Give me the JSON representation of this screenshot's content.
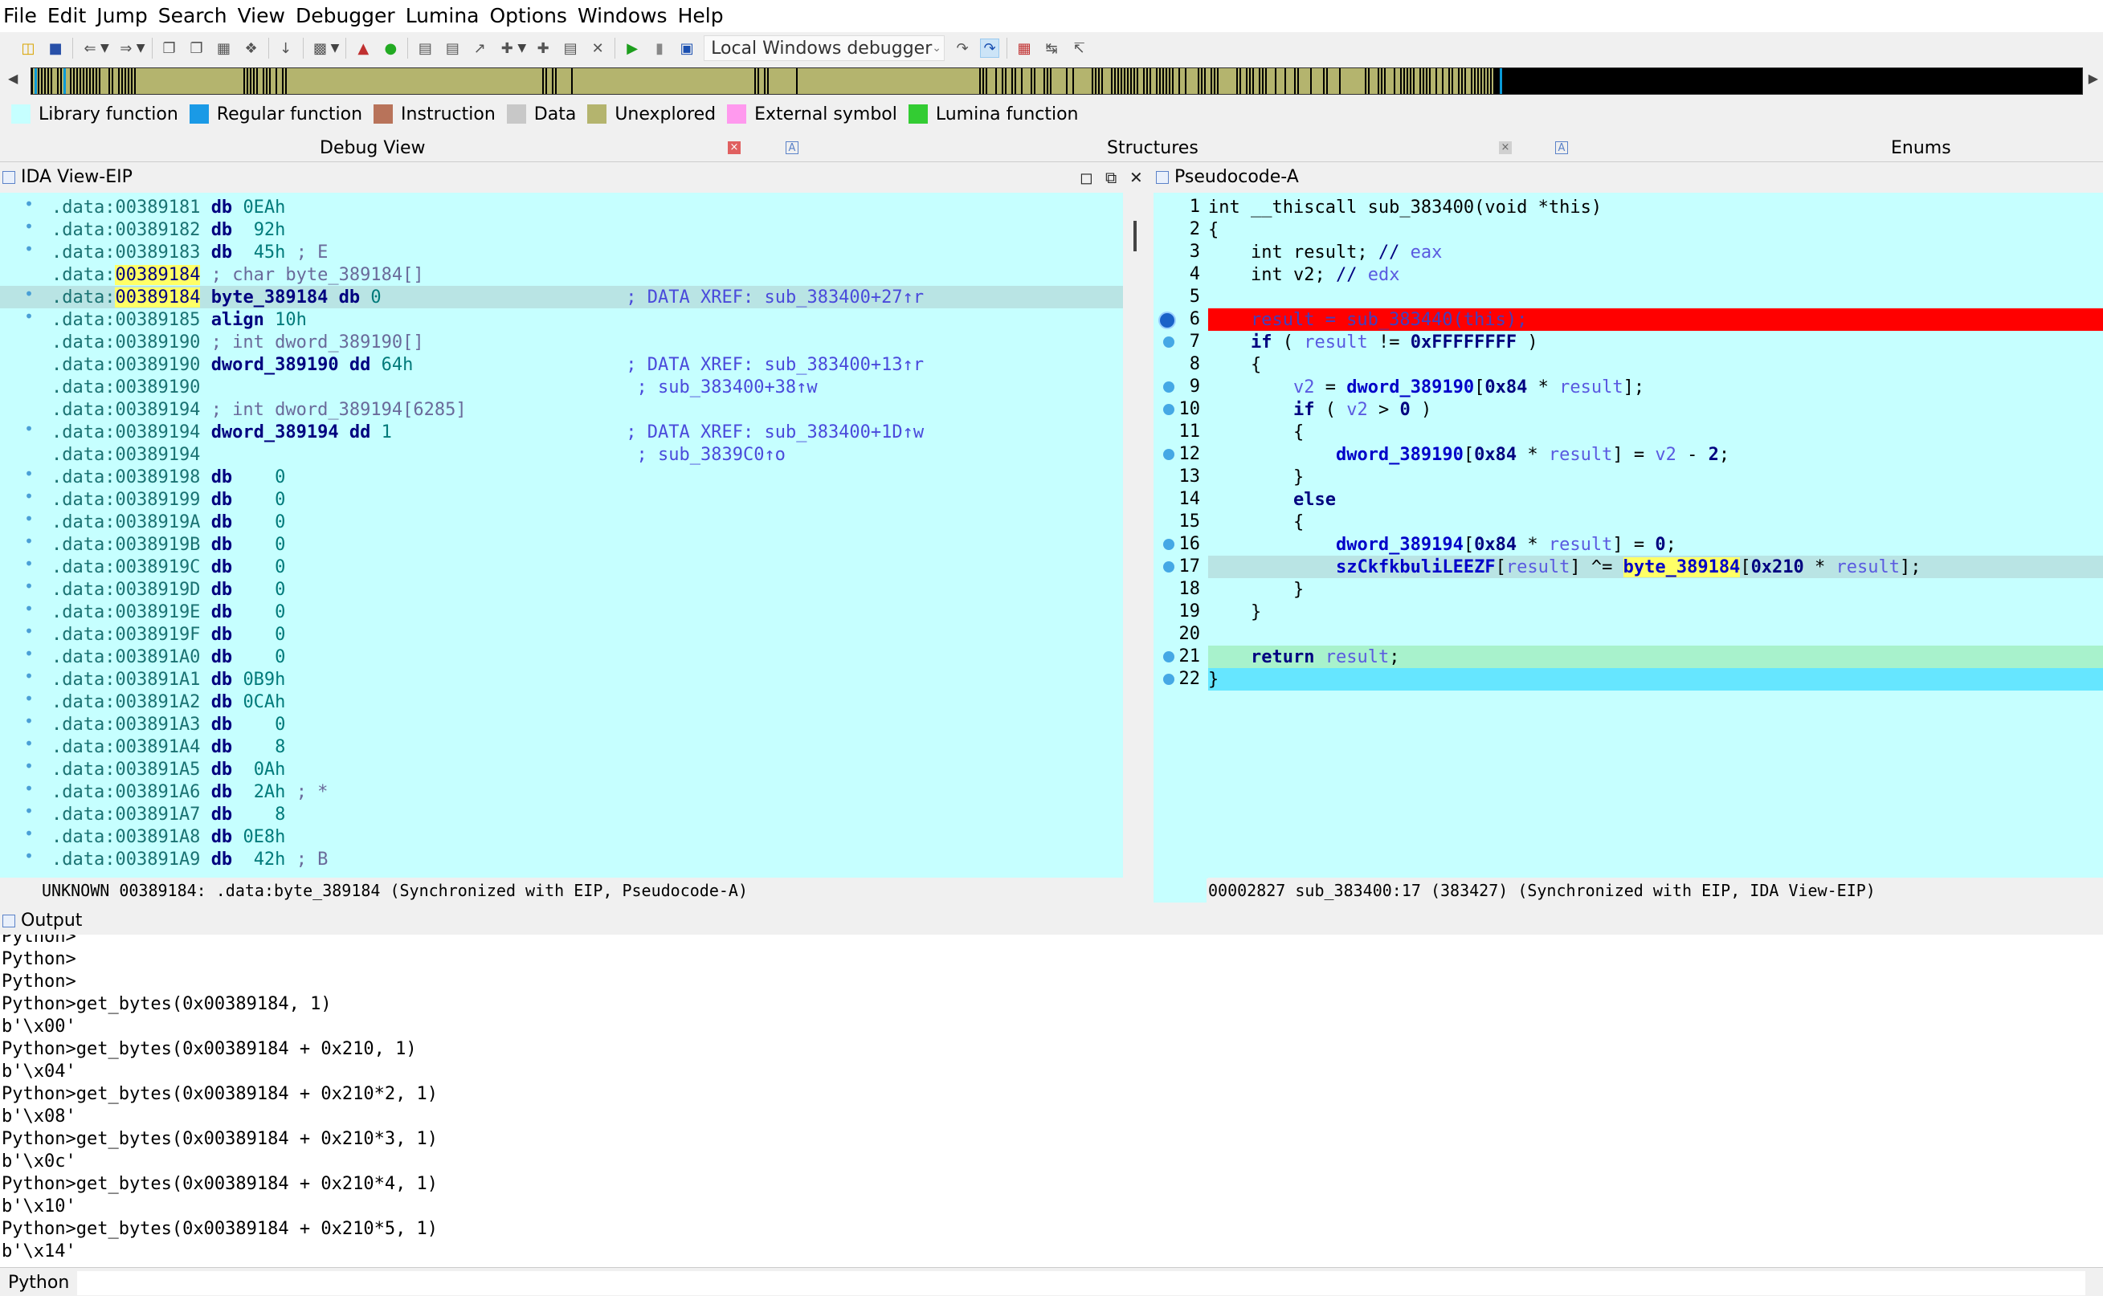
{
  "menu": [
    "File",
    "Edit",
    "Jump",
    "Search",
    "View",
    "Debugger",
    "Lumina",
    "Options",
    "Windows",
    "Help"
  ],
  "toolbar": {
    "debugger": "Local Windows debugger"
  },
  "legend": [
    {
      "label": "Library function",
      "color": "#c6ffff"
    },
    {
      "label": "Regular function",
      "color": "#1a9ae6"
    },
    {
      "label": "Instruction",
      "color": "#b8735a"
    },
    {
      "label": "Data",
      "color": "#c8c8c8"
    },
    {
      "label": "Unexplored",
      "color": "#b4b46e"
    },
    {
      "label": "External symbol",
      "color": "#ff99ee"
    },
    {
      "label": "Lumina function",
      "color": "#33cc33"
    }
  ],
  "tabs": {
    "debug_view": "Debug View",
    "structures": "Structures",
    "enums": "Enums"
  },
  "ida": {
    "title": "IDA View-EIP",
    "status": "UNKNOWN 00389184: .data:byte_389184 (Synchronized with EIP, Pseudocode-A)"
  },
  "pseudo": {
    "title": "Pseudocode-A",
    "status": "00002827 sub_383400:17 (383427) (Synchronized with EIP, IDA View-EIP)"
  },
  "output": {
    "title": "Output",
    "lines": [
      "Python>",
      "Python>",
      "Python>",
      "Python>get_bytes(0x00389184, 1)",
      "b'\\x00'",
      "Python>get_bytes(0x00389184 + 0x210, 1)",
      "b'\\x04'",
      "Python>get_bytes(0x00389184 + 0x210*2, 1)",
      "b'\\x08'",
      "Python>get_bytes(0x00389184 + 0x210*3, 1)",
      "b'\\x0c'",
      "Python>get_bytes(0x00389184 + 0x210*4, 1)",
      "b'\\x10'",
      "Python>get_bytes(0x00389184 + 0x210*5, 1)",
      "b'\\x14'"
    ]
  },
  "cli": {
    "label": "Python"
  }
}
